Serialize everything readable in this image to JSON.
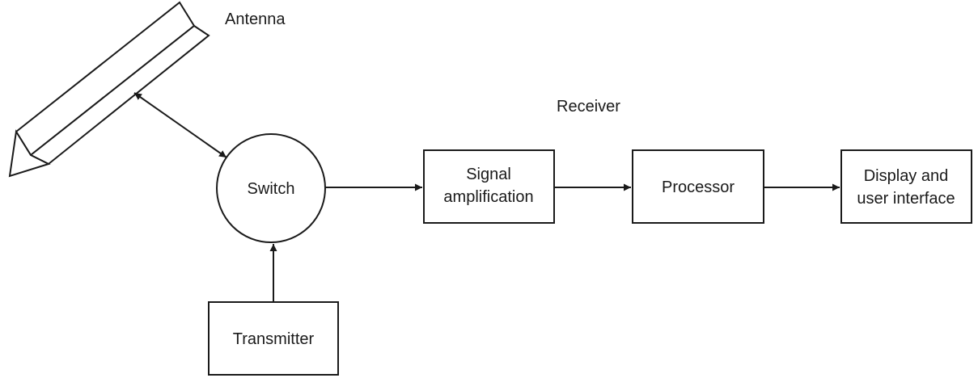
{
  "labels": {
    "antenna": "Antenna",
    "receiver": "Receiver",
    "switch": "Switch",
    "signal_amplification_line1": "Signal",
    "signal_amplification_line2": "amplification",
    "processor": "Processor",
    "display_line1": "Display and",
    "display_line2": "user interface",
    "transmitter": "Transmitter"
  },
  "colors": {
    "ink": "#1a1a1a",
    "background": "#ffffff"
  }
}
